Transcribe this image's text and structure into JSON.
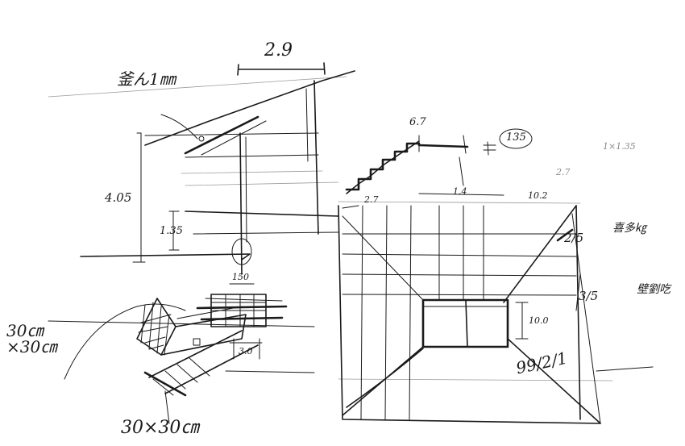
{
  "sketch": {
    "labels": {
      "top_dim": "2.9",
      "rail_note": "釜ん1㎜",
      "height_dim": "4.05",
      "step_dim": "1.35",
      "plan_dim": "150",
      "plan_dim_bottom": "3.0",
      "section_note_left": "30㎝ ×30㎝",
      "section_note_bottom": "30×30㎝",
      "stair_top_dim": "6.7",
      "stair_circle_dim": "135",
      "stair_side_dim": "1.4",
      "stair_bottom_dim": "2.7",
      "right_dim_a": "10.2",
      "right_note_top": "1×1.35",
      "right_note_mid": "2.7",
      "right_note_slope": "2/5",
      "right_note_jp1": "喜多㎏",
      "right_note_slope2": "3/5",
      "right_note_jp2": "壁劉吃",
      "right_inner_dim": "10.0",
      "date_note": "99/2/1"
    }
  }
}
